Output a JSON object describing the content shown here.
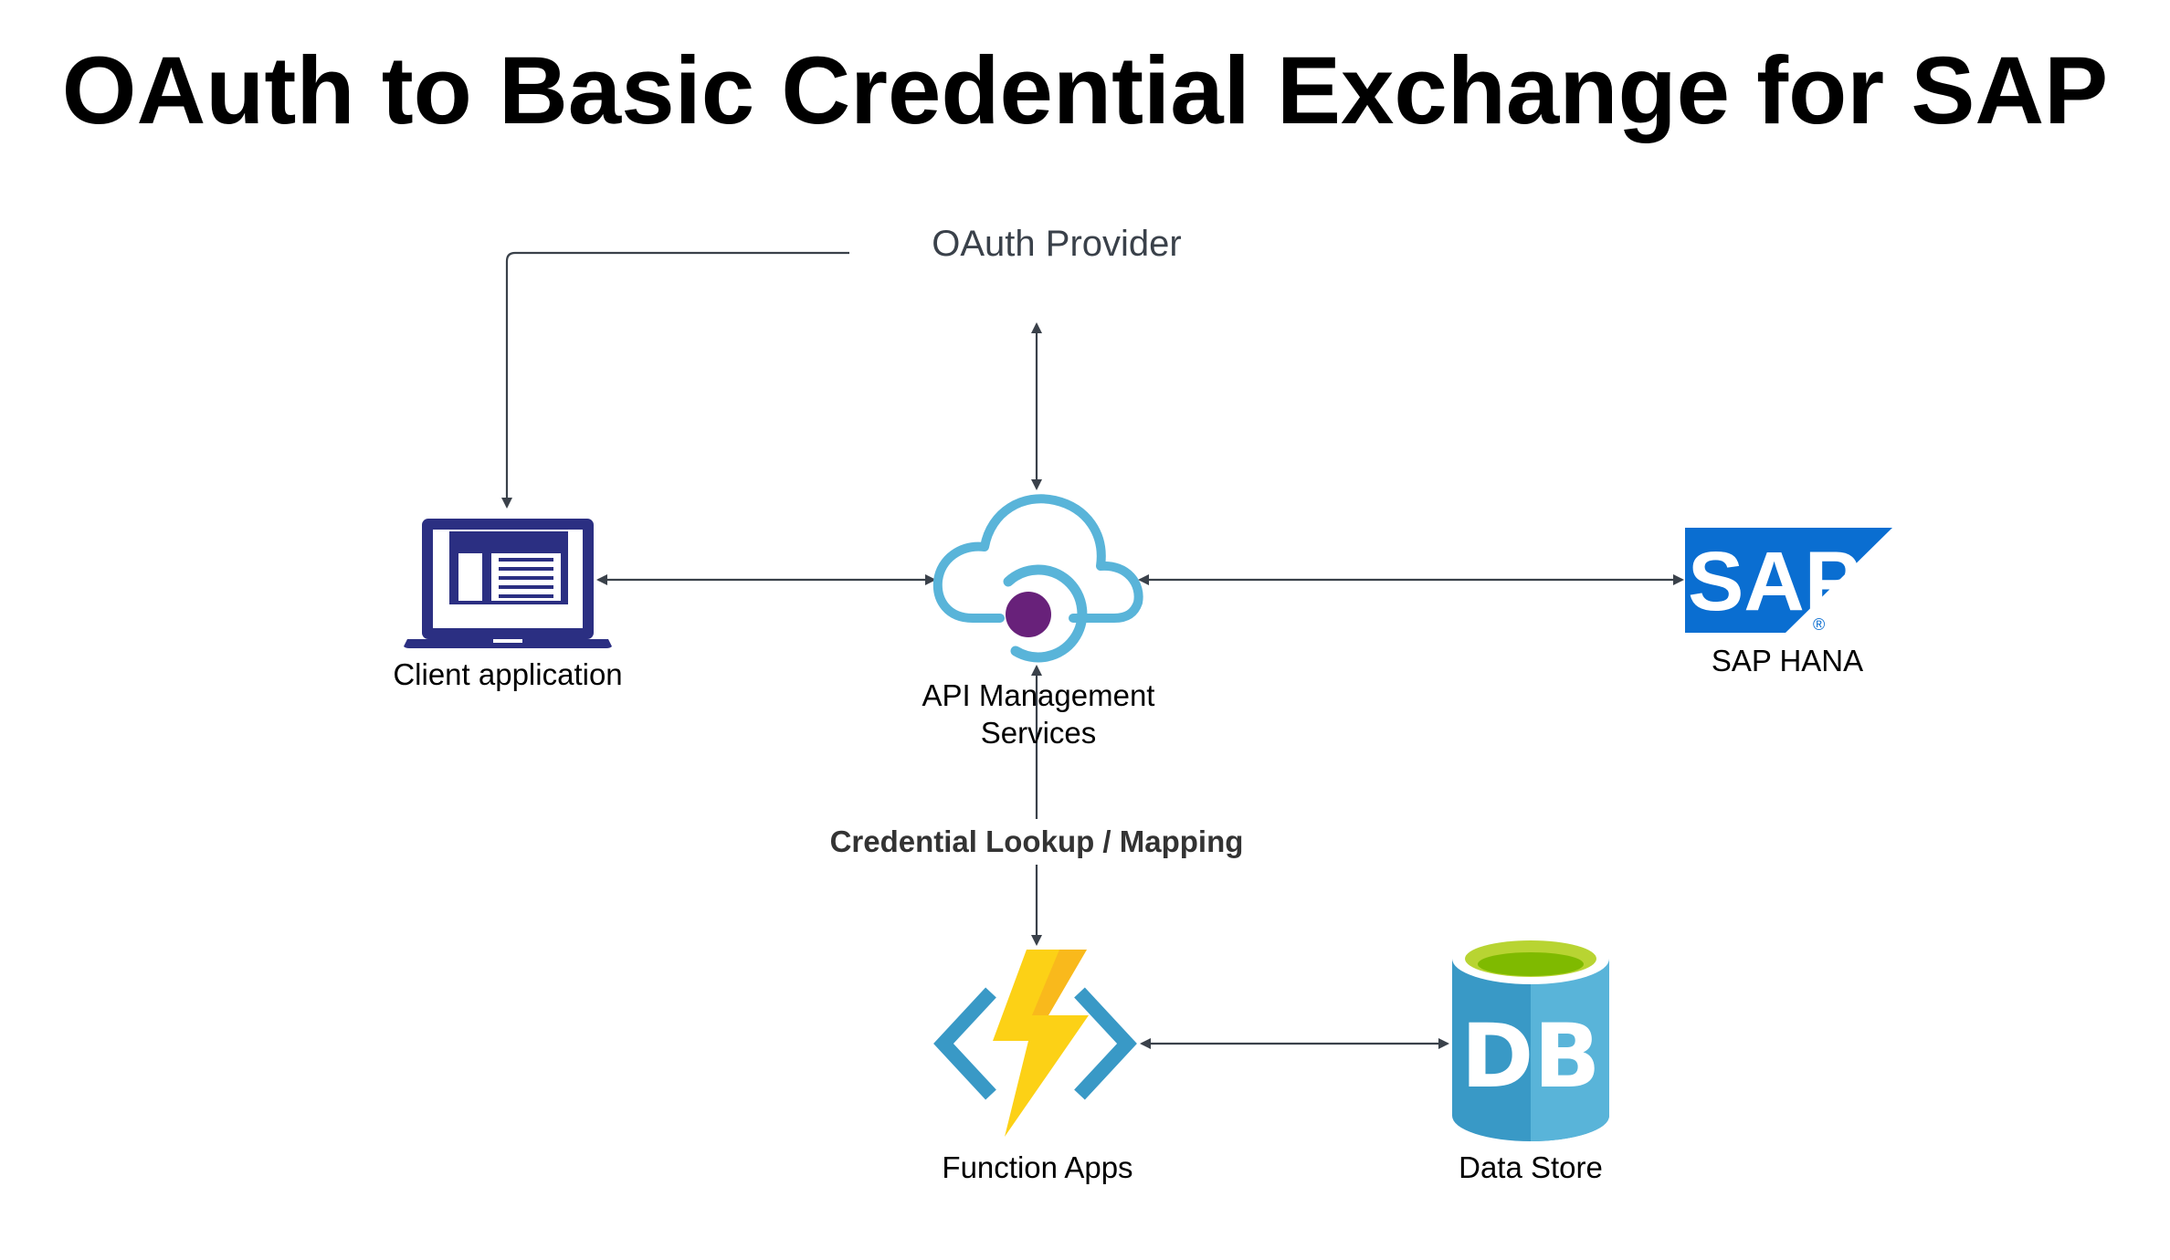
{
  "title": "OAuth to Basic Credential Exchange for SAP",
  "nodes": {
    "oauth_provider": "OAuth Provider",
    "client_application": "Client application",
    "api_management_line1": "API Management",
    "api_management_line2": "Services",
    "sap_hana": "SAP HANA",
    "sap_logo_text": "SAP",
    "sap_logo_registered": "®",
    "function_apps": "Function Apps",
    "data_store": "Data Store",
    "db_icon_text": "DB"
  },
  "edges": {
    "credential_lookup": "Credential Lookup / Mapping"
  },
  "colors": {
    "connector": "#3a414a",
    "laptop": "#2b2f82",
    "cloud": "#59b4d9",
    "cloud_dot": "#68217a",
    "sap_blue": "#0a6ed1",
    "bolt": "#fcd116",
    "bolt_shade": "#f5a623",
    "brackets": "#3999c6",
    "db_body": "#3999c6",
    "db_top": "#7fba00"
  }
}
